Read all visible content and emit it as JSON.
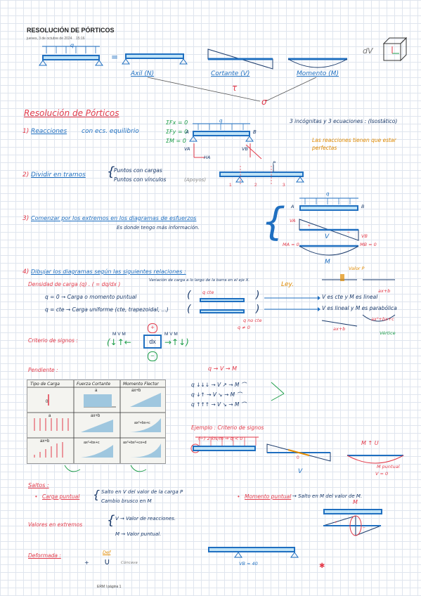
{
  "header": {
    "title": "RESOLUCIÓN DE PÓRTICOS",
    "date": "jueves, 3 de octubre de 2024",
    "time": "15:16"
  },
  "intro": {
    "load_q": "q",
    "equals": "=",
    "axil": "Axil (N)",
    "cortante": "Cortante (V)",
    "momento": "Momento (M)",
    "tau": "τ",
    "sigma": "σ",
    "dv": "dV"
  },
  "section_title": "Resolución de Pórticos",
  "step1": {
    "num": "1)",
    "title": "Reacciones",
    "text": "con ecs. equilibrio",
    "eq1": "ΣFx = 0",
    "eq2": "ΣFy = 0",
    "eq3": "ΣM = 0",
    "note": "3 incógnitas y 3 ecuaciones : (Isostático)",
    "warning": "Las reacciones tienen que estar perfectas",
    "label_a": "A",
    "label_b": "B",
    "label_q": "q",
    "va": "VA",
    "ha": "HA",
    "vb": "VB"
  },
  "step2": {
    "num": "2)",
    "title": "Dividir en tramos",
    "item1": "Puntos con cargas",
    "item2": "Puntos con vínculos",
    "apoyos": "(Apoyos)",
    "label_p": "P",
    "t1": "1",
    "t2": "2",
    "t3": "3"
  },
  "step3": {
    "num": "3)",
    "title": "Comenzar por los extremos en los diagramas de esfuerzos",
    "sub": "Es donde tengo más información.",
    "label_q": "q",
    "label_a": "A",
    "label_b": "B",
    "va": "VA",
    "vb": "VB",
    "v": "V",
    "ma": "MA = 0",
    "mb": "MB = 0",
    "m": "M",
    "plus": "+",
    "minus": "−"
  },
  "step4": {
    "num": "4)",
    "title": "Dibujar los diagramas según las siguientes relaciones :",
    "densidad": "Densidad de carga (q) . ( = dq/dx )",
    "variacion": "Variación de carga a lo largo de la barra en el eje X.",
    "ley": "Ley.",
    "valor_p": "Valor P",
    "q0": "q = 0 → Carga o momento puntual",
    "qcte": "q = cte → Carga uniforme (cte, trapezoidal, ...)",
    "q_cte_label": "q cte",
    "q_no_cte": "q no cte",
    "q_ne0": "q ≠ 0",
    "res1": "V es cte y M es lineal",
    "res2": "V es lineal y M es parabólica",
    "ax_b": "ax+b",
    "ax_b_c": "ax²+bx+c",
    "vertice": "Vértice",
    "criterio": "Criterio de signos :",
    "dx": "dx",
    "plus": "+",
    "minus": "−",
    "mvm": "M V M",
    "pendiente": "Pendiente :",
    "table_h1": "Tipo de Carga",
    "table_h2": "Fuerza Cortante",
    "table_h3": "Momento Flector",
    "t_zero": "0",
    "t_a": "a",
    "t_axb": "ax+b",
    "t_ax2": "ax²+bx+c",
    "t_ax3": "ax³+bx²+cx+d",
    "t_a2": "a",
    "t_axb2": "ax+b",
    "seq": "q → V → M",
    "row1": "q ↓↓↓ → V ↗ → M ⌒",
    "row2": "q ↓↑ → V ↘ → M ⌒",
    "row3": "q ↑↑↑ → V ↘ → M ⌒",
    "ejemplo": "Ejemplo : Criterio de signos",
    "ej_load": "(−) 2 kN/m ⇒ q < 0",
    "mv": "M ↑ U",
    "mpuntual": "M puntual",
    "v0": "V = 0",
    "zero": "0",
    "v_label": "V"
  },
  "saltos": {
    "title": "Saltos :",
    "carga": "Carga puntual",
    "c1": "Salto en V del valor de la carga P",
    "c2": "Cambio brusco en M",
    "momento": "Momento puntual",
    "m1": "→ Salto en M del valor de M.",
    "valores": "Valores en extremos",
    "v1": "V → Valor de reacciones.",
    "v2": "M → Valor puntual.",
    "m_label": "M",
    "plus": "+",
    "minus": "−"
  },
  "deformada": {
    "title": "Deformada :",
    "def": "Def",
    "sym": "∪",
    "plus": "+",
    "concava": "Cóncava",
    "vb_val": "VB = 40"
  },
  "footer": {
    "page": "ERM I página 1"
  }
}
